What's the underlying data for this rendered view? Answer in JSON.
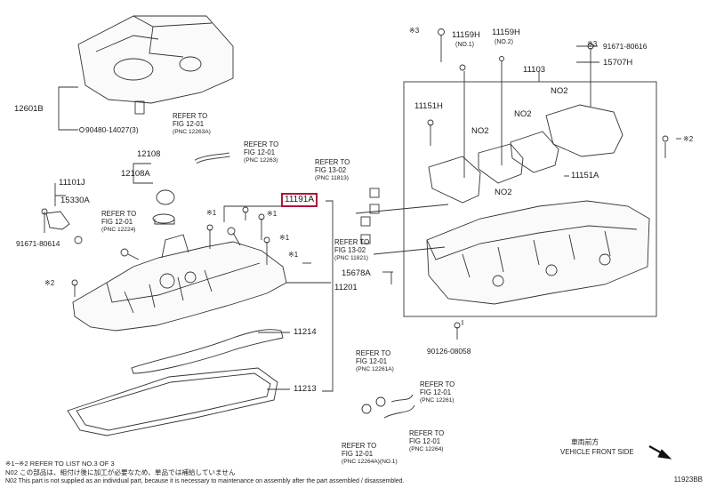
{
  "figure_id": "11923BB",
  "highlight_color": "#b0123a",
  "labels": {
    "p12601B": "12601B",
    "p90480": "90480-14027(3)",
    "p12108": "12108",
    "p12108A": "12108A",
    "p11101J": "11101J",
    "p15330A": "15330A",
    "p91671_left": "91671-80614",
    "p11191A": "11191A",
    "p11201": "11201",
    "p11214": "11214",
    "p11213": "11213",
    "p15678A": "15678A",
    "p90126": "90126-08058",
    "p11159H_a": "11159H",
    "p11159H_a_note": "(NO.1)",
    "p11159H_b": "11159H",
    "p11159H_b_note": "(NO.2)",
    "p11103": "11103",
    "p91671_right": "91671-80616",
    "p15707H": "15707H",
    "p11151H": "11151H",
    "p11151A": "11151A",
    "no2_a": "NO2",
    "no2_b": "NO2",
    "no2_c": "NO2",
    "no2_d": "NO2",
    "s1_a": "※1",
    "s1_b": "※1",
    "s1_c": "※1",
    "s1_d": "※1",
    "s2_a": "※2",
    "s2_b": "※2",
    "s3_a": "※3",
    "s3_b": "※3"
  },
  "refs": [
    {
      "line1": "REFER TO",
      "line2": "FIG 12-01",
      "pnc": "(PNC 12263A)"
    },
    {
      "line1": "REFER TO",
      "line2": "FIG 12-01",
      "pnc": "(PNC 12263)"
    },
    {
      "line1": "REFER TO",
      "line2": "FIG 12-01",
      "pnc": "(PNC 12224)"
    },
    {
      "line1": "REFER TO",
      "line2": "FIG 13-02",
      "pnc": "(PNC 11813)"
    },
    {
      "line1": "REFER TO",
      "line2": "FIG 13-02",
      "pnc": "(PNC 11821)"
    },
    {
      "line1": "REFER TO",
      "line2": "FIG 12-01",
      "pnc": "(PNC 12261A)"
    },
    {
      "line1": "REFER TO",
      "line2": "FIG 12-01",
      "pnc": "(PNC 12261)"
    },
    {
      "line1": "REFER TO",
      "line2": "FIG 12-01",
      "pnc": "(PNC 12264)"
    },
    {
      "line1": "REFER TO",
      "line2": "FIG 12-01",
      "pnc": "(PNC 12264A)(NO.1)"
    }
  ],
  "direction": {
    "jp": "車両前方",
    "en": "VEHICLE FRONT SIDE"
  },
  "footnotes": [
    "※1~※2 REFER TO LIST NO.3 OF 3",
    "N02  この部品は、組付け後に加工が必要なため、単品では補給していません",
    "N02  This part is not supplied as an individual part, because it is necessary to maintenance on assembly after the part assembled / disassembled."
  ]
}
